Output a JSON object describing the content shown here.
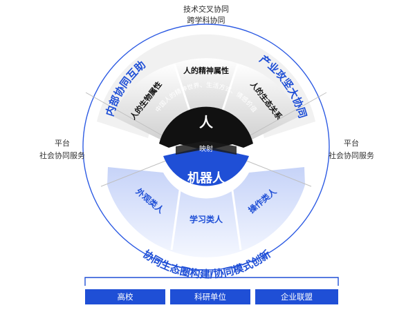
{
  "top": {
    "line1": "技术交叉协同",
    "line2": "跨学科协同"
  },
  "arc_left": "内部协同互助",
  "arc_right": "产业攻坚大协同",
  "arc_bottom": "协同生态圈构建/协同模式创新",
  "left_side": {
    "line1": "平台",
    "line2": "社会协同服务"
  },
  "right_side": {
    "line1": "平台",
    "line2": "社会协同服务"
  },
  "human": {
    "center": "人",
    "inner_arc": "中国人的精神世界、生活方式、情感价值",
    "attributes": [
      "人的生物属性",
      "人的精神属性",
      "人的生态关系"
    ]
  },
  "mapping": "映射",
  "robot": {
    "center": "机器人",
    "types": [
      "外观类人",
      "学习类人",
      "操作类人"
    ]
  },
  "bottom_boxes": [
    "高校",
    "科研单位",
    "企业联盟"
  ],
  "colors": {
    "accent": "#1f4fd6",
    "dark": "#111111",
    "ring_line": "#2d5be3",
    "upper_fill": "#d9d9d9",
    "lower_fill": "#d6e0fb"
  }
}
